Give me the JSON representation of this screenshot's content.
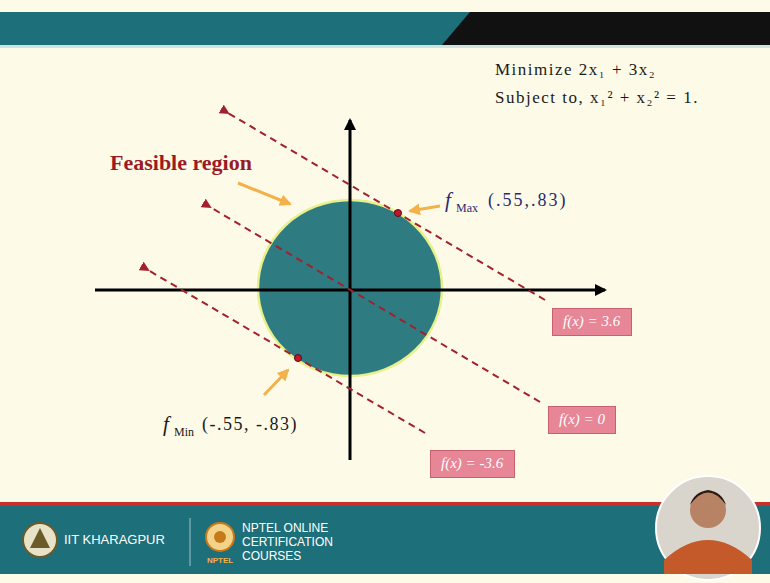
{
  "diagram": {
    "nodes": [
      {
        "text": [
          "f(x) = 3.6"
        ]
      },
      {
        "text": [
          "f(x) = 0"
        ]
      },
      {
        "text": [
          "f(x) = -3.6"
        ]
      }
    ],
    "labels": [
      "Minimize 2x₁ + 3x₂",
      "Subject to, x₁² + x₂² = 1.",
      "Feasible region",
      "f",
      "Max",
      "(.55,.83)",
      "f",
      "Min",
      "(-.55, -.83)",
      "IIT KHARAGPUR",
      "NPTEL ONLINE CERTIFICATION COURSES",
      "NPTEL"
    ]
  }
}
